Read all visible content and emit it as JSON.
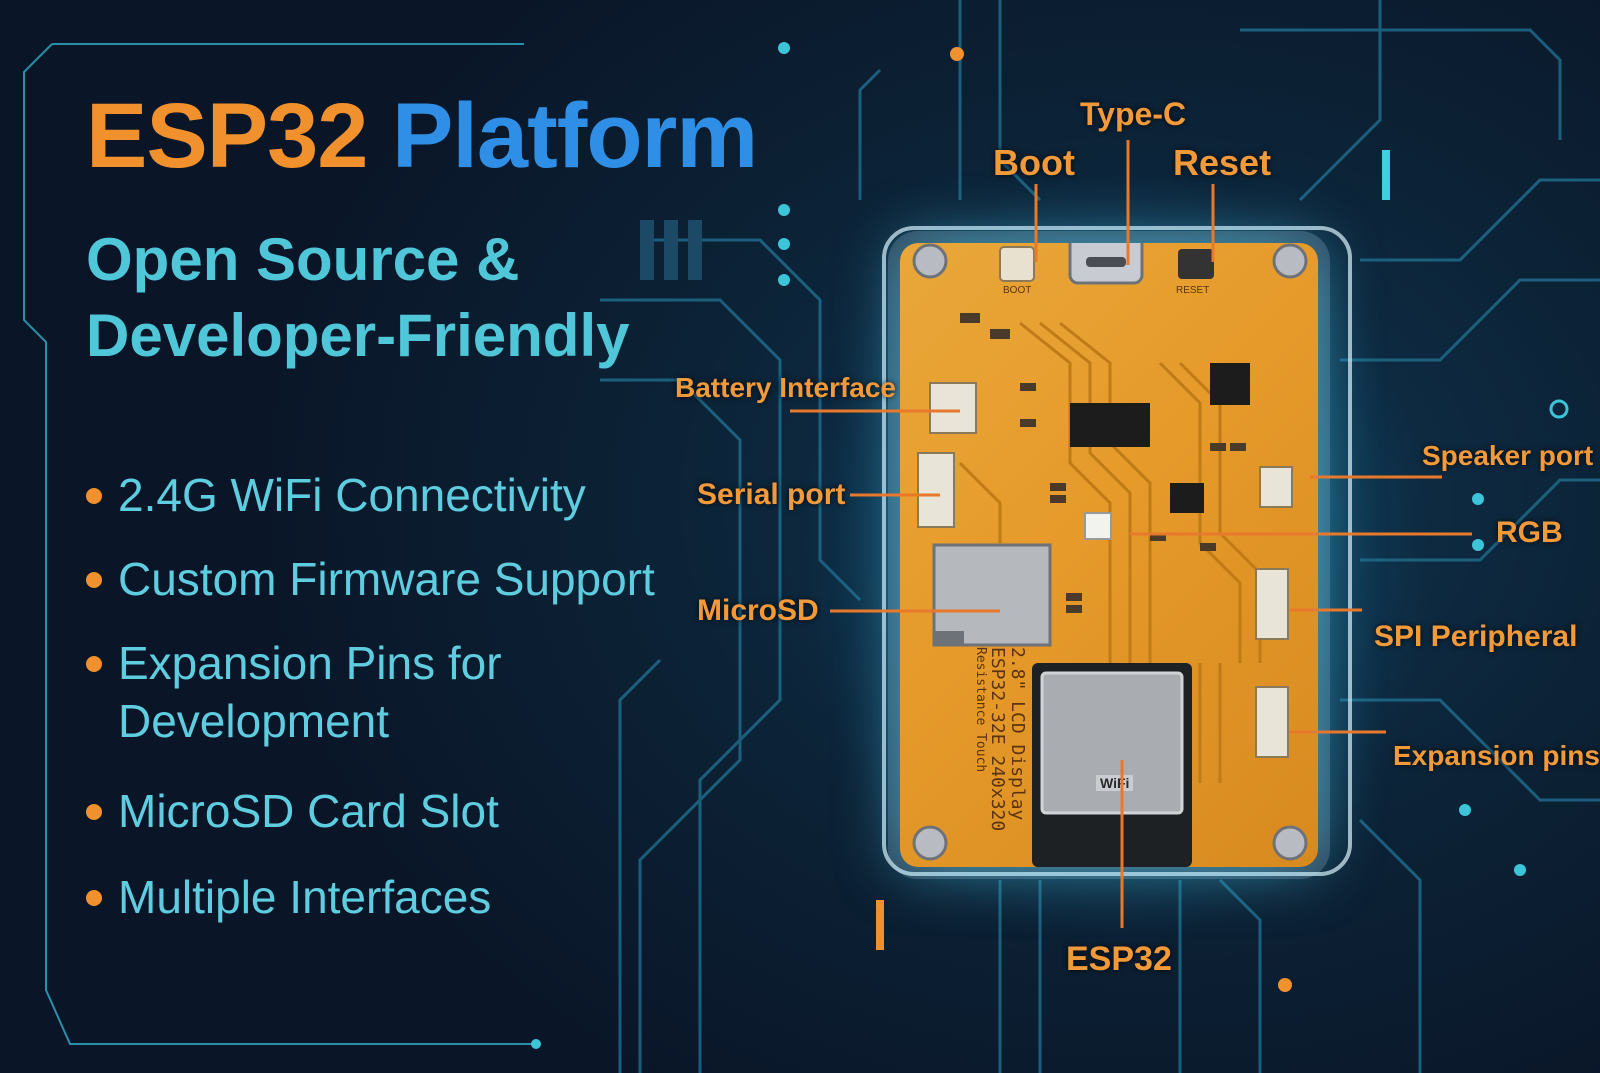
{
  "title": {
    "part1": "ESP32",
    "part2": "Platform"
  },
  "subtitle": "Open Source & Developer-Friendly",
  "features": [
    "2.4G WiFi Connectivity",
    "Custom Firmware Support",
    "Expansion Pins for Development",
    "MicroSD Card Slot",
    "Multiple Interfaces"
  ],
  "callouts": {
    "type_c": "Type-C",
    "boot": "Boot",
    "reset": "Reset",
    "battery": "Battery Interface",
    "serial": "Serial port",
    "microsd": "MicroSD",
    "speaker": "Speaker port",
    "rgb": "RGB",
    "spi": "SPI Peripheral",
    "expansion": "Expansion pins",
    "esp32": "ESP32"
  },
  "board_print": {
    "line1": "2.8\" LCD Display",
    "line2": "ESP32-32E 240x320",
    "line3": "Resistance Touch",
    "boot_label": "BOOT",
    "reset_label": "RESET",
    "module_label": "WiFi"
  },
  "colors": {
    "background": "#0b1a2e",
    "accent_orange": "#f0912e",
    "accent_blue": "#2f8fe6",
    "accent_cyan": "#4fc7d8",
    "board": "#e69a2a"
  }
}
